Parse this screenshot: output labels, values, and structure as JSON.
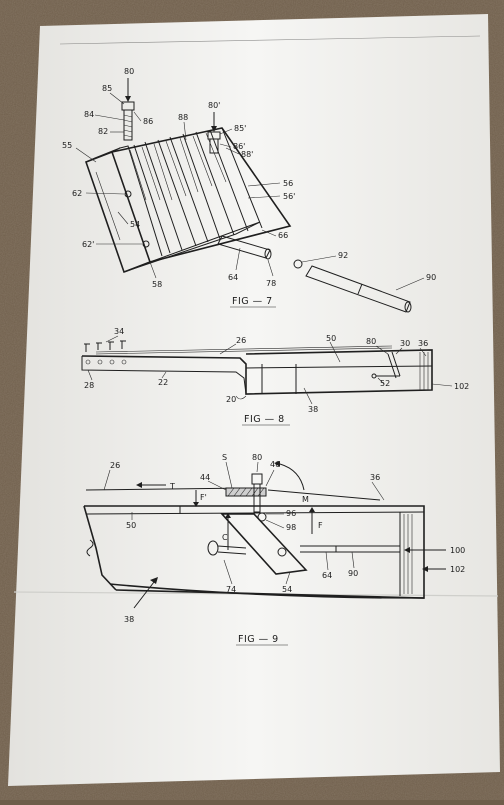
{
  "fig7": {
    "caption": "FIG — 7",
    "labels": [
      "80",
      "85",
      "86",
      "84",
      "82",
      "55",
      "62",
      "54",
      "62'",
      "58",
      "80'",
      "85'",
      "86'",
      "88",
      "88'",
      "56",
      "56'",
      "66",
      "64",
      "78",
      "92",
      "90"
    ]
  },
  "fig8": {
    "caption": "FIG — 8",
    "labels": [
      "34",
      "26",
      "50",
      "80",
      "30",
      "36",
      "28",
      "22",
      "20",
      "38",
      "52",
      "102"
    ]
  },
  "fig9": {
    "caption": "FIG — 9",
    "labels": [
      "S",
      "80",
      "46",
      "44",
      "26",
      "T",
      "F'",
      "36",
      "M",
      "50",
      "96",
      "98",
      "F",
      "C",
      "100",
      "102",
      "74",
      "64",
      "90",
      "54",
      "38"
    ]
  },
  "colors": {
    "background": "#6e5d4a",
    "paper": "#f3f3f1",
    "ink": "#1f1f1f"
  }
}
